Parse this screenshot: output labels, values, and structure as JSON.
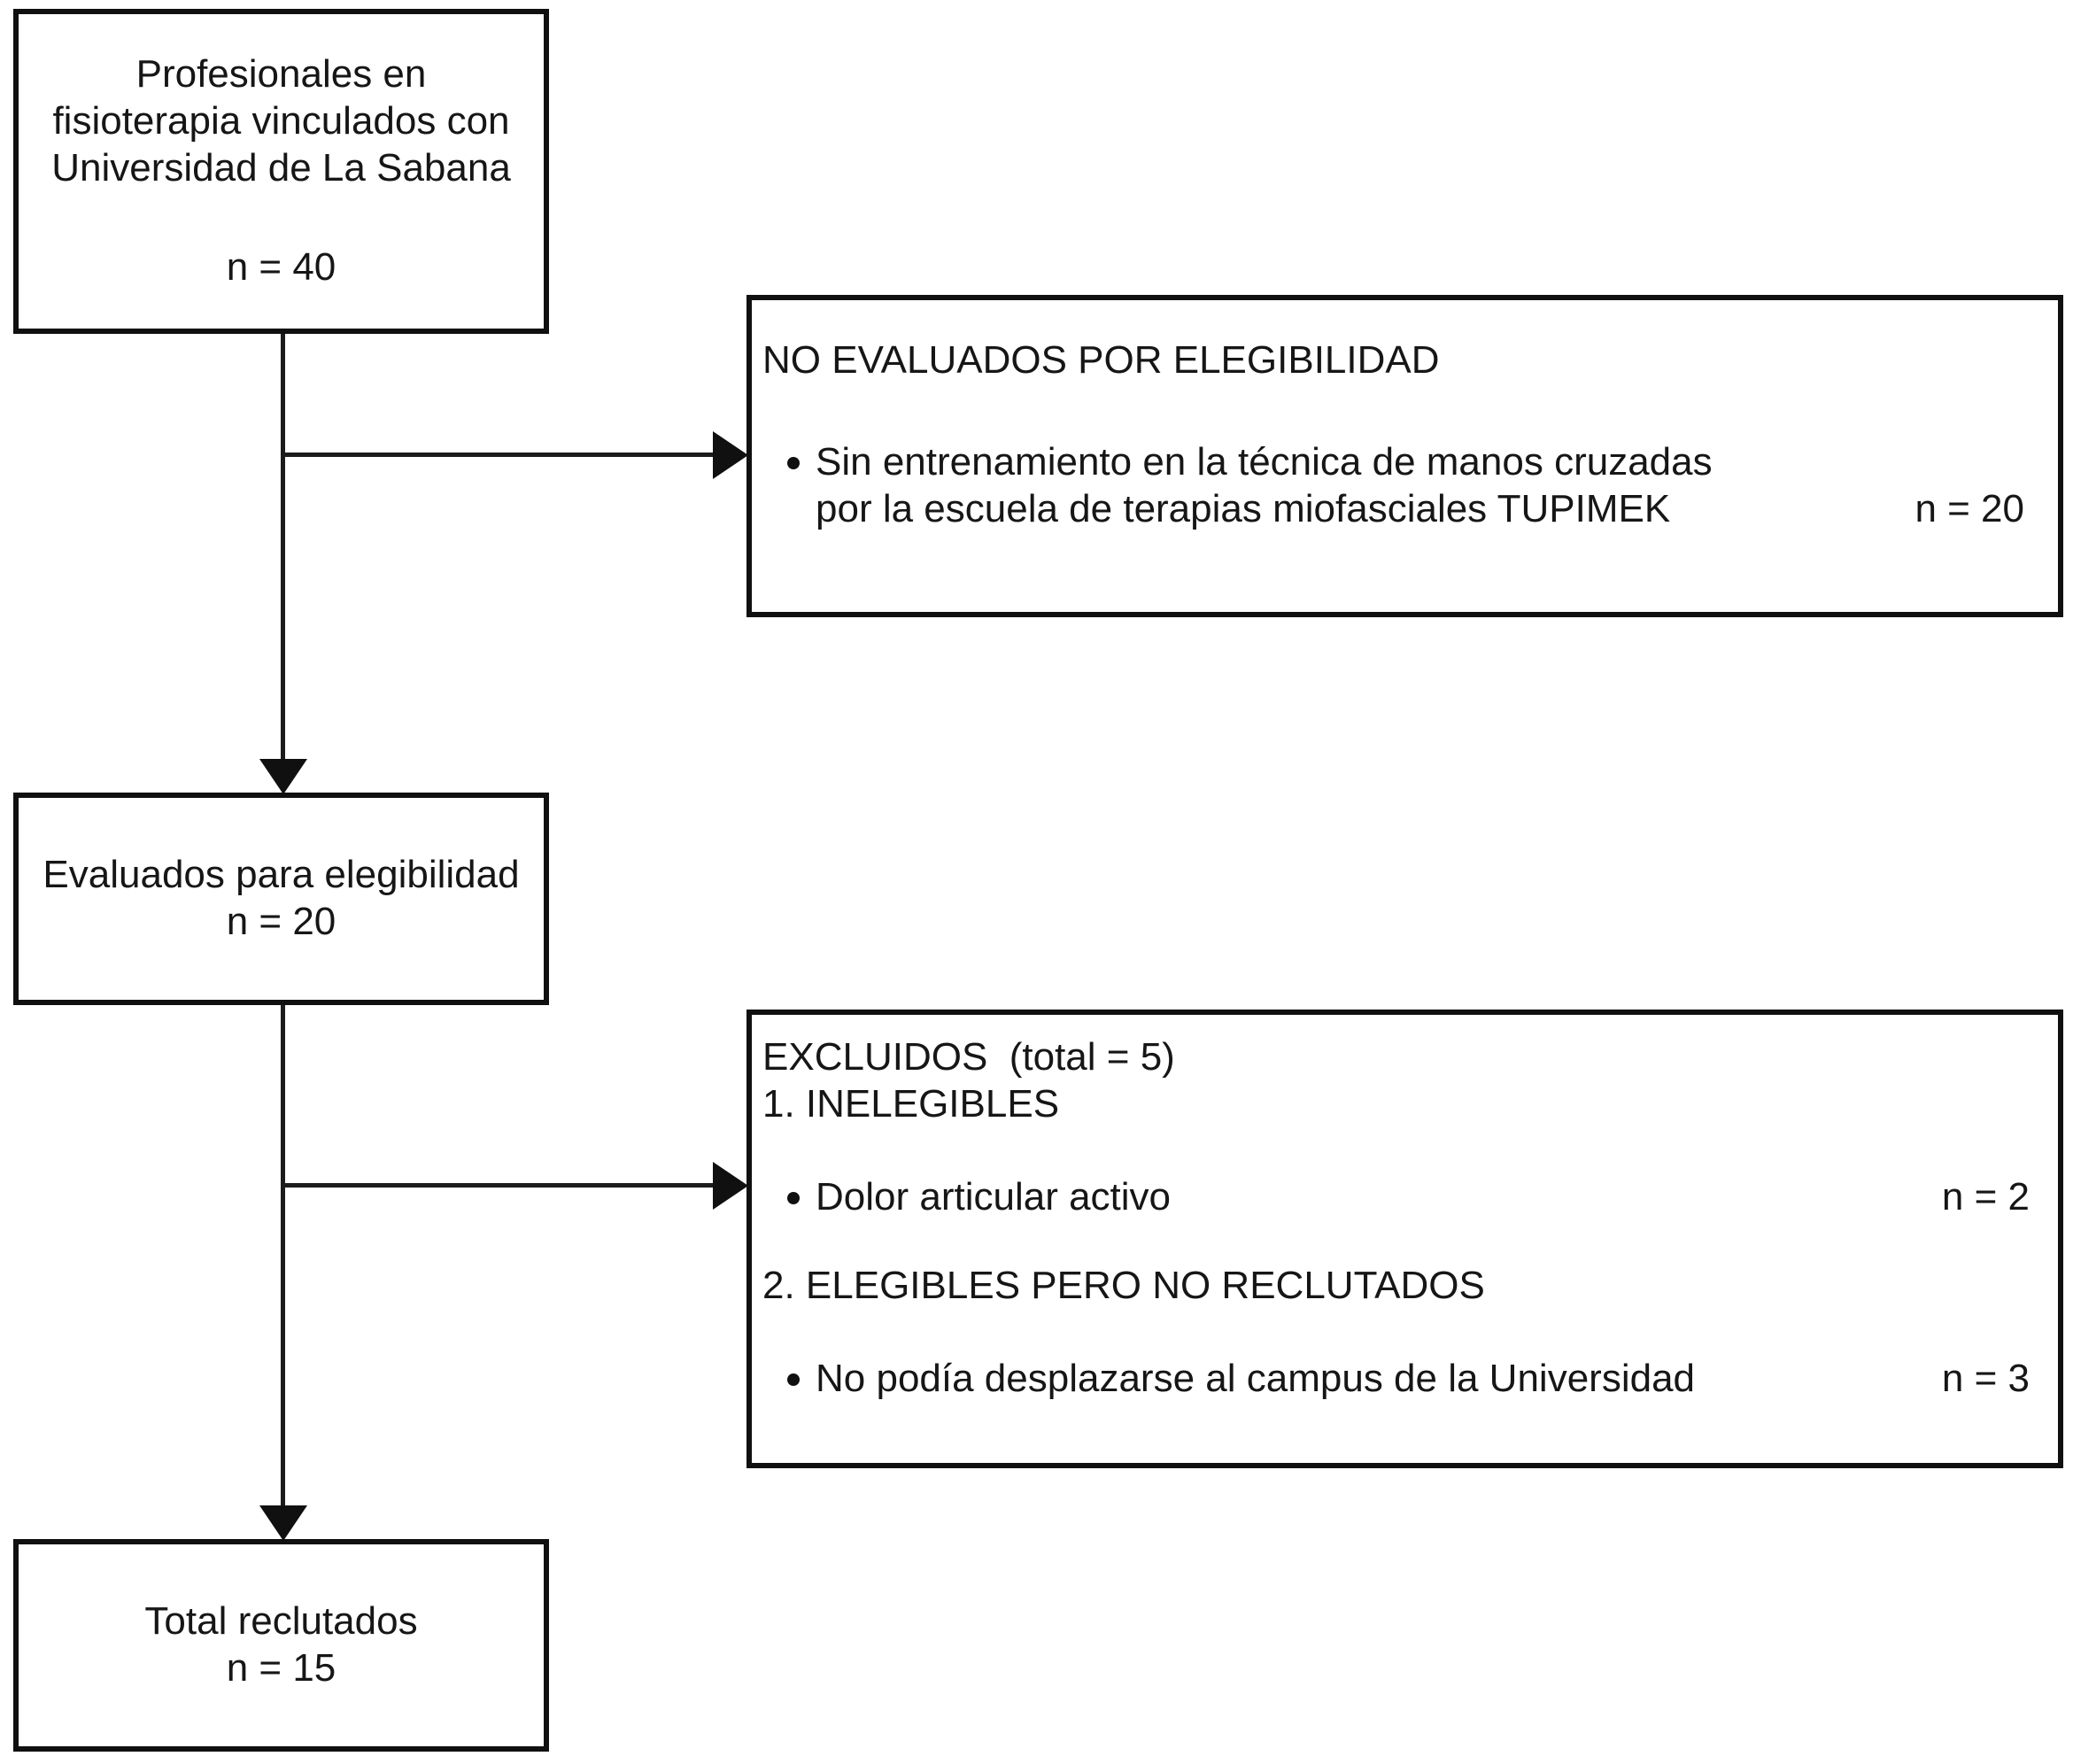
{
  "figure": {
    "type": "participant-flow-diagram",
    "language": "es",
    "colors": {
      "background": "#ffffff",
      "ink": "#161616",
      "border": "#101010"
    },
    "boxes": {
      "enrolled": {
        "lines": [
          "Profesionales en",
          "fisioterapia vinculados con",
          "Universidad de La Sabana"
        ],
        "count": "n = 40"
      },
      "not_evaluated": {
        "title": "NO EVALUADOS POR ELEGIBILIDAD",
        "bullet_line1": "Sin entrenamiento en la técnica de manos cruzadas",
        "bullet_line2": "por la escuela de terapias miofasciales TUPIMEK",
        "count": "n = 20"
      },
      "evaluated": {
        "line": "Evaluados para elegibilidad",
        "count": "n = 20"
      },
      "excluded": {
        "title": "EXCLUIDOS  (total = 5)",
        "section1_title": "1. INELEGIBLES",
        "section1_bullet": "Dolor articular activo",
        "section1_count": "n = 2",
        "section2_title": "2. ELEGIBLES PERO NO RECLUTADOS",
        "section2_bullet": "No podía desplazarse al campus de la Universidad",
        "section2_count": "n = 3"
      },
      "recruited": {
        "line": "Total reclutados",
        "count": "n = 15"
      }
    }
  }
}
